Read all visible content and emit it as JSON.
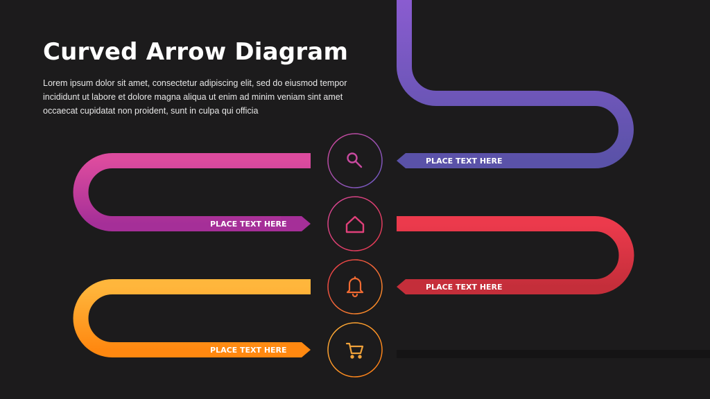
{
  "title": "Curved Arrow Diagram",
  "description": "Lorem ipsum dolor sit amet, consectetur adipiscing elit, sed do eiusmod tempor incididunt ut labore et dolore magna aliqua ut enim ad minim veniam sint amet occaecat cupidatat non proident, sunt in culpa qui officia",
  "steps": [
    {
      "label": "PLACE TEXT HERE",
      "icon": "search-icon",
      "color_start": "#7c5cc4",
      "color_end": "#5a4fa8"
    },
    {
      "label": "PLACE TEXT HERE",
      "icon": "home-icon",
      "color_start": "#d6479a",
      "color_end": "#a42f9a"
    },
    {
      "label": "PLACE TEXT HERE",
      "icon": "bell-icon",
      "color_start": "#e8364c",
      "color_end": "#c72f3a"
    },
    {
      "label": "PLACE TEXT HERE",
      "icon": "cart-icon",
      "color_start": "#ffb13a",
      "color_end": "#ff8a12"
    }
  ]
}
